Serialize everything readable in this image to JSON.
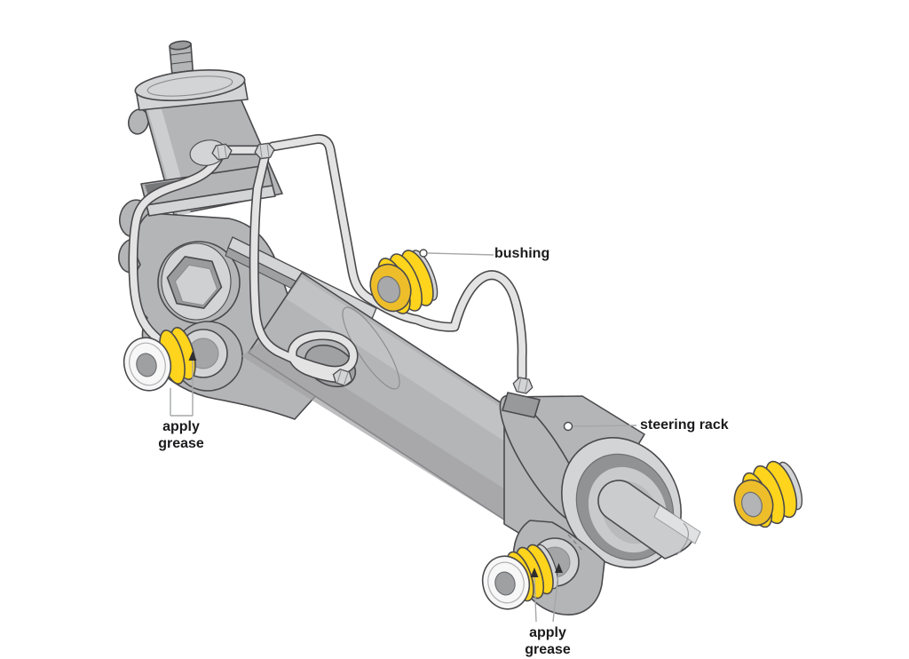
{
  "page": {
    "background": "#ffffff"
  },
  "labels": {
    "bushing": "bushing",
    "steering_rack": "steering rack",
    "apply_grease_left": {
      "line1": "apply",
      "line2": "grease"
    },
    "apply_grease_bottom": {
      "line1": "apply",
      "line2": "grease"
    }
  },
  "colors": {
    "bushing_yellow": "#ffd41c",
    "bushing_yellow_dark": "#eebe2a",
    "metal_gray": "#b4b5b7",
    "metal_gray_dark": "#9a9b9d",
    "metal_gray_light": "#d3d4d6",
    "washer_white": "#f7f7f8",
    "pipe_fill": "#e3e3e4",
    "outline": "#4a4a4c",
    "leader_line": "#a6a7a9",
    "label_text": "#1b1b1d"
  },
  "parts": [
    "input shaft",
    "valve housing",
    "hydraulic lines",
    "pinion housing",
    "steering rack tube",
    "rack shaft",
    "mounting lugs",
    "bushings"
  ]
}
